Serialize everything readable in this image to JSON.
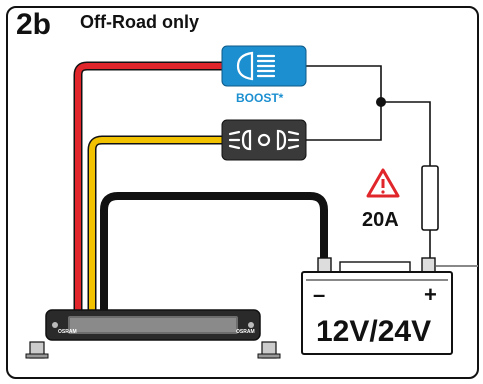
{
  "header": {
    "step": "2b",
    "title": "Off-Road only"
  },
  "boost_switch": {
    "label": "BOOST*",
    "color": "#1b8fd0",
    "icon": "high-beam-icon"
  },
  "parking_switch": {
    "icon": "side-light-icon",
    "color": "#3a3a3a"
  },
  "fuse": {
    "rating": "20A",
    "warning_icon": "warning-triangle-icon"
  },
  "battery": {
    "voltage": "12V/24V",
    "negative": "–",
    "positive": "+"
  },
  "light_bar": {
    "brand_left": "OSRAM",
    "brand_right": "OSRAM"
  },
  "colors": {
    "red_wire": "#e0262a",
    "yellow_wire": "#f2c200",
    "black_wire": "#111111",
    "warning": "#e0262a"
  }
}
